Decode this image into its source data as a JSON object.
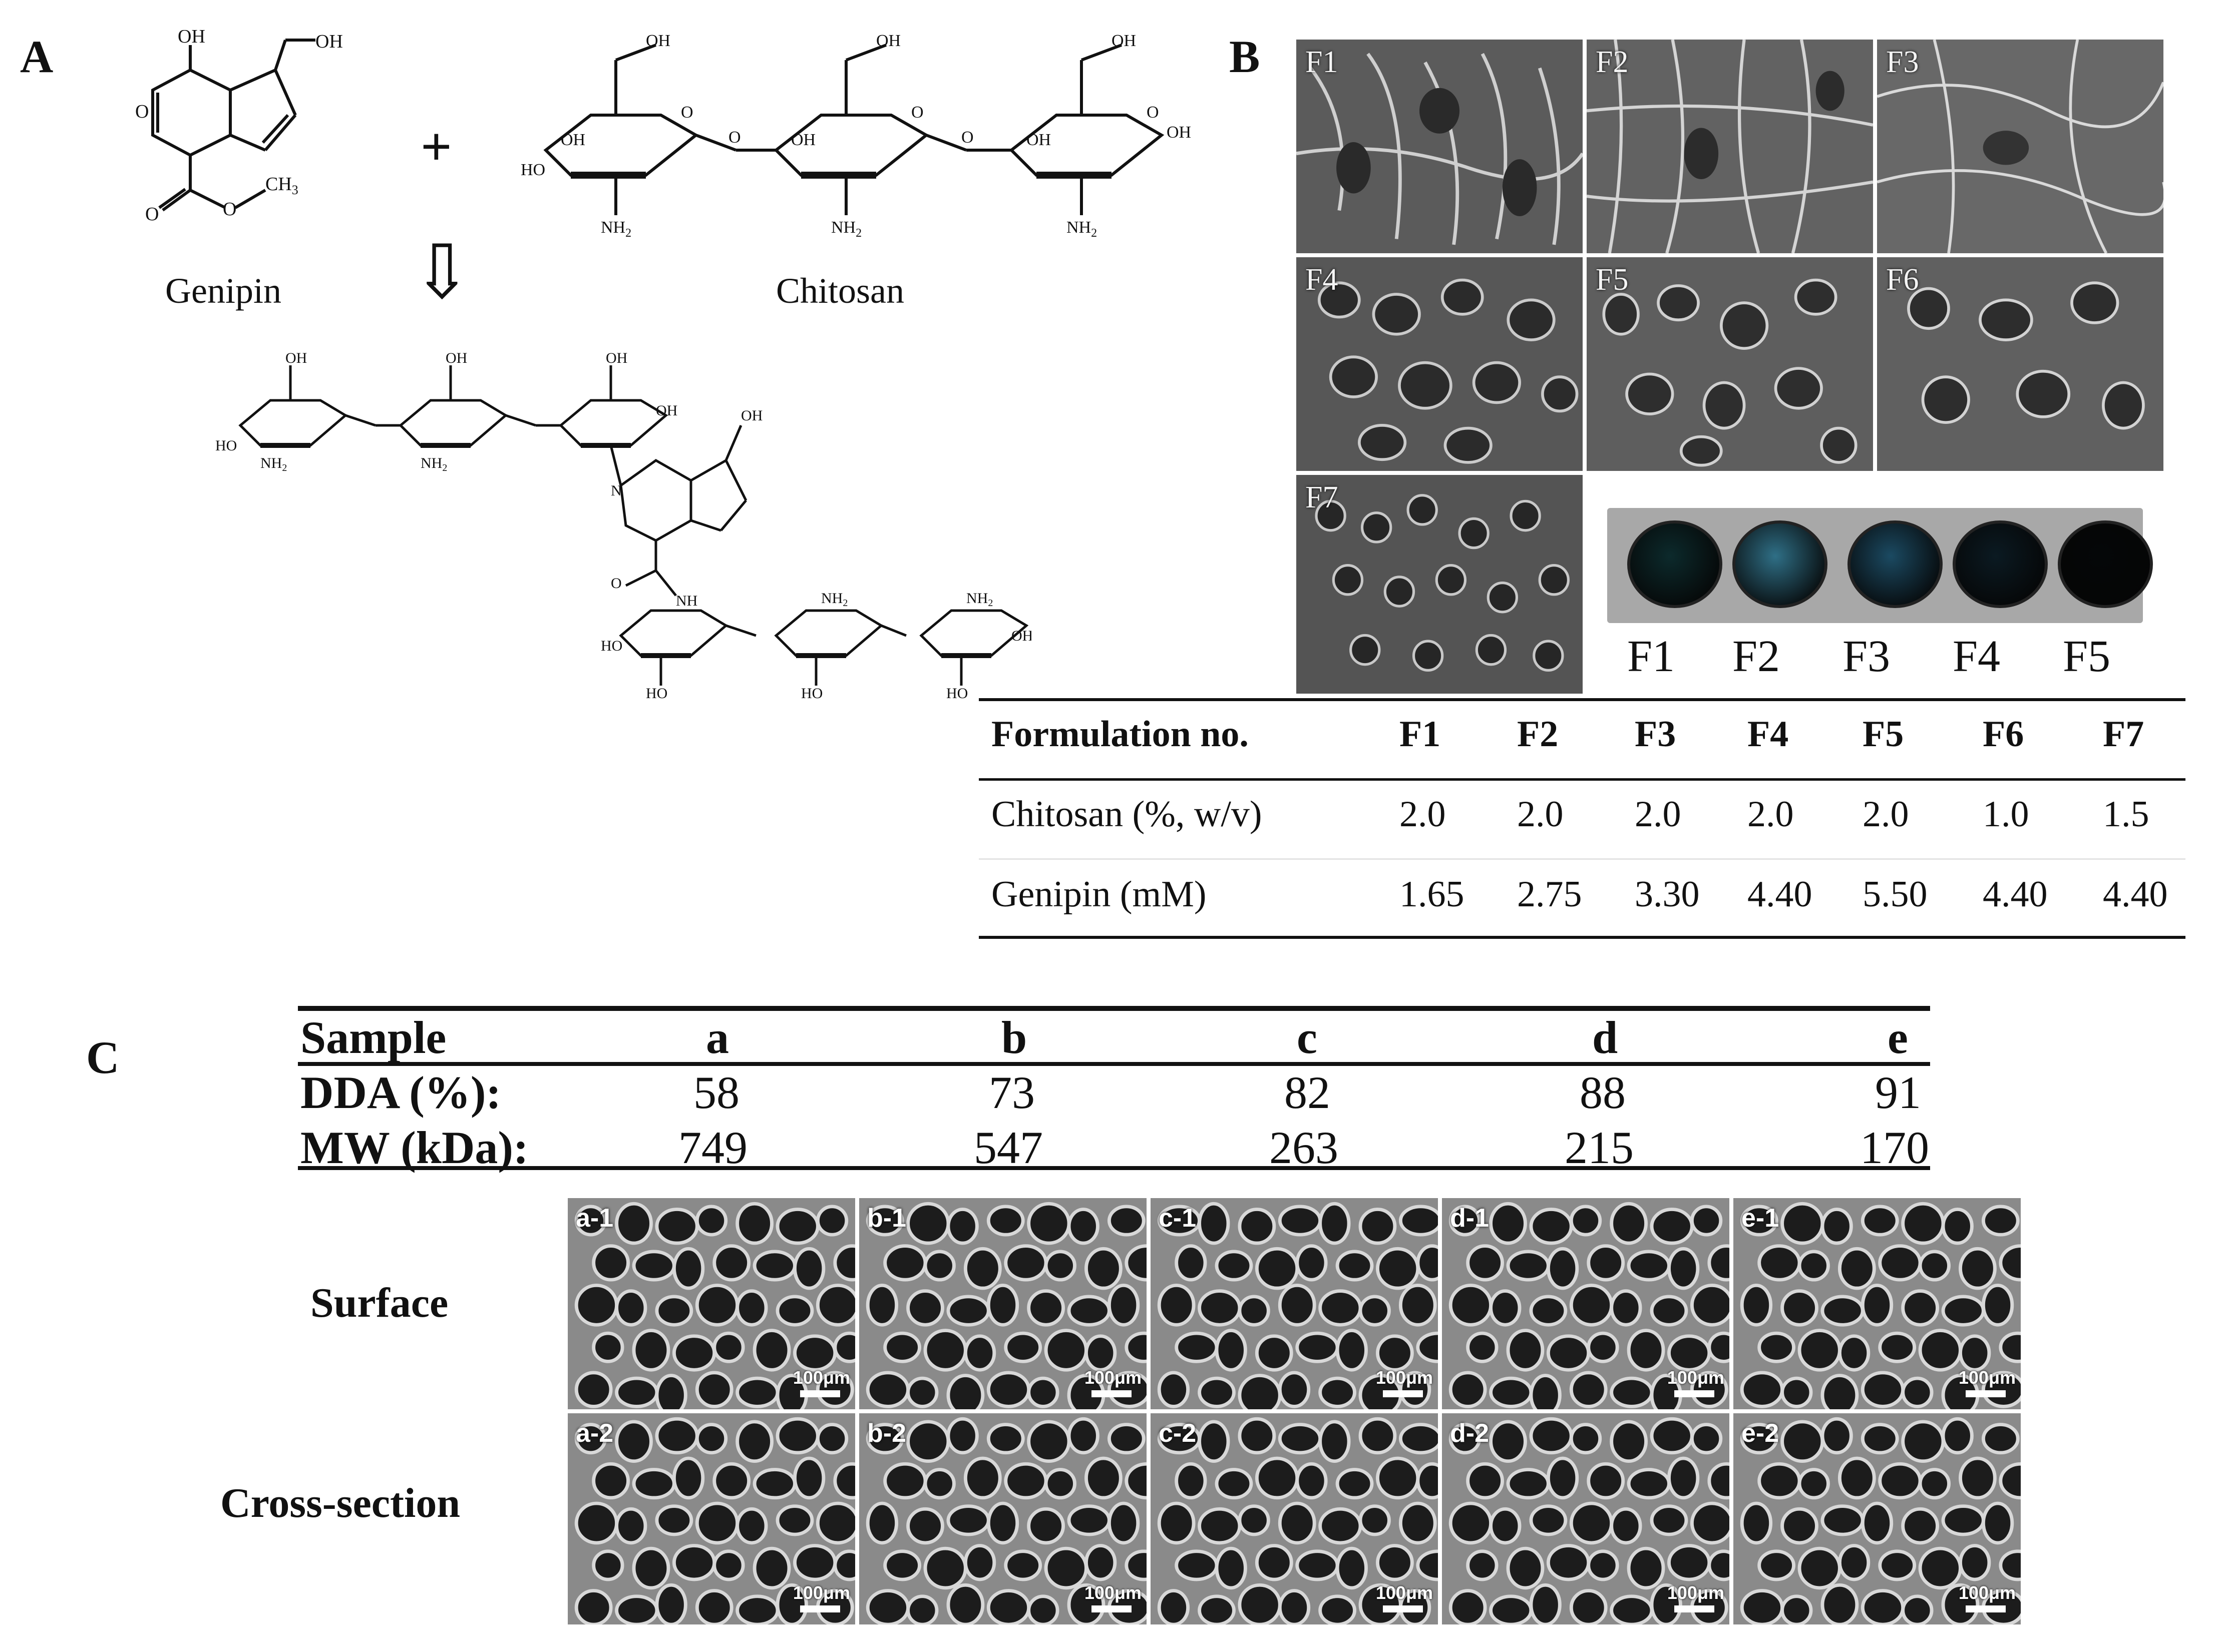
{
  "panels": {
    "A": "A",
    "B": "B",
    "C": "C"
  },
  "panelA": {
    "genipin_label": "Genipin",
    "chitosan_label": "Chitosan",
    "plus": "+",
    "arrow": "⇩"
  },
  "panelB": {
    "sem_labels": [
      "F1",
      "F2",
      "F3",
      "F4",
      "F5",
      "F6",
      "F7"
    ],
    "photo_labels": [
      "F1",
      "F2",
      "F3",
      "F4",
      "F5"
    ],
    "photo_colors": [
      "#0c2a2c",
      "#2f6f86",
      "#1b4a62",
      "#0b1a22",
      "#050708"
    ],
    "table": {
      "headers": [
        "Formulation no.",
        "F1",
        "F2",
        "F3",
        "F4",
        "F5",
        "F6",
        "F7"
      ],
      "rows": [
        {
          "label": "Chitosan (%, w/v)",
          "values": [
            "2.0",
            "2.0",
            "2.0",
            "2.0",
            "2.0",
            "1.0",
            "1.5"
          ]
        },
        {
          "label": "Genipin (mM)",
          "values": [
            "1.65",
            "2.75",
            "3.30",
            "4.40",
            "5.50",
            "4.40",
            "4.40"
          ]
        }
      ]
    }
  },
  "panelC": {
    "table": {
      "header_label": "Sample",
      "samples": [
        "a",
        "b",
        "c",
        "d",
        "e"
      ],
      "dda_label": "DDA (%):",
      "dda": [
        "58",
        "73",
        "82",
        "88",
        "91"
      ],
      "mw_label": "MW (kDa):",
      "mw": [
        "749",
        "547",
        "263",
        "215",
        "170"
      ]
    },
    "row_labels": [
      "Surface",
      "Cross-section"
    ],
    "surface_tags": [
      "a-1",
      "b-1",
      "c-1",
      "d-1",
      "e-1"
    ],
    "cross_tags": [
      "a-2",
      "b-2",
      "c-2",
      "d-2",
      "e-2"
    ],
    "scale_label": "100μm"
  }
}
